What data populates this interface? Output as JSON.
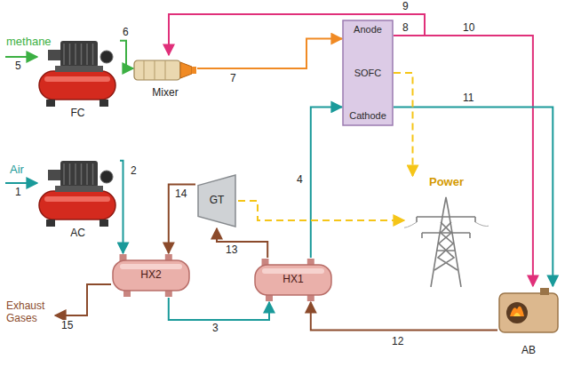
{
  "diagram": {
    "nodes": [
      {
        "text": [
          "FC"
        ]
      },
      {
        "text": [
          "AC"
        ]
      },
      {
        "text": [
          "Mixer"
        ]
      },
      {
        "text": [
          "Anode",
          "SOFC",
          "Cathode"
        ]
      },
      {
        "text": [
          "GT"
        ]
      },
      {
        "text": [
          "HX2"
        ]
      },
      {
        "text": [
          "HX1"
        ]
      },
      {
        "text": [
          "AB"
        ]
      },
      {
        "text": [
          "Power"
        ]
      }
    ],
    "edges": [
      {
        "from": 0,
        "to": 2,
        "label": "6",
        "arrow": "to"
      },
      {
        "from": 2,
        "to": 3,
        "label": "7",
        "arrow": "to"
      },
      {
        "from": 3,
        "to": 2,
        "label": "9",
        "arrow": "to"
      },
      {
        "from": 3,
        "to": 7,
        "label": "10",
        "arrow": "to"
      },
      {
        "from": 3,
        "to": 7,
        "label": "11",
        "arrow": "to"
      },
      {
        "from": 1,
        "to": 5,
        "label": "2",
        "arrow": "to"
      },
      {
        "from": 5,
        "to": 6,
        "label": "3",
        "arrow": "to"
      },
      {
        "from": 6,
        "to": 3,
        "label": "4",
        "arrow": "to"
      },
      {
        "from": 7,
        "to": 6,
        "label": "12",
        "arrow": "to"
      },
      {
        "from": 6,
        "to": 4,
        "label": "13",
        "arrow": "to"
      },
      {
        "from": 4,
        "to": 5,
        "label": "14",
        "arrow": "to"
      },
      {
        "from": 3,
        "to": 8,
        "arrow": "to"
      },
      {
        "from": 4,
        "to": 8,
        "arrow": "to"
      }
    ],
    "labels": [
      "methane",
      "5",
      "Air",
      "1",
      "8",
      "Exhaust Gases",
      "15"
    ]
  }
}
